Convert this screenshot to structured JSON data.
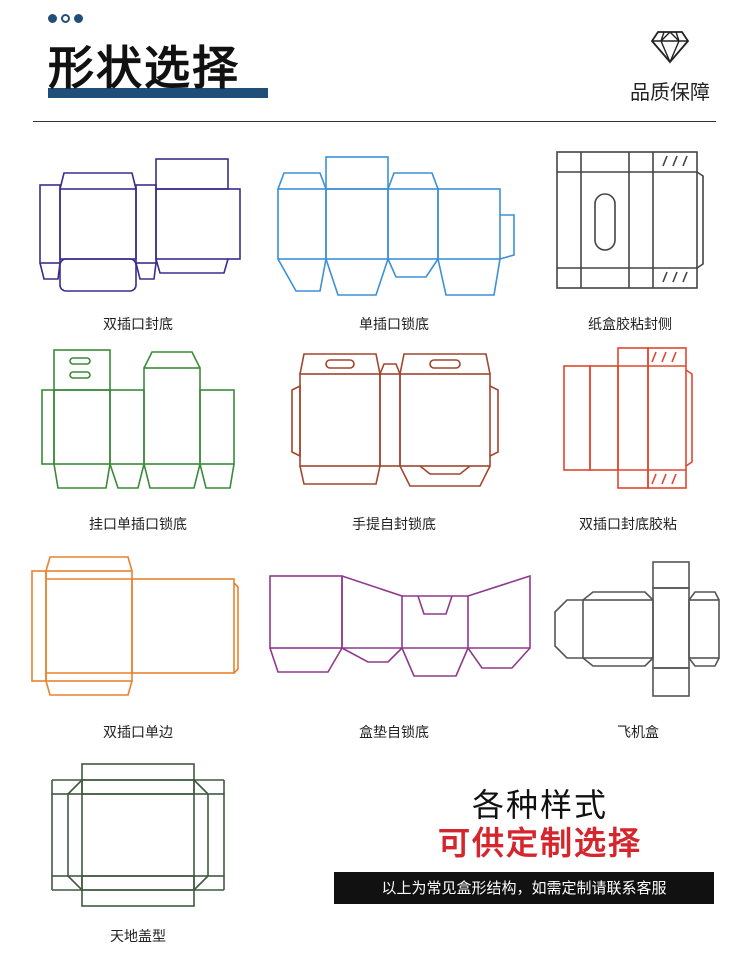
{
  "header": {
    "title": "形状选择",
    "quality_text": "品质保障",
    "diamond_icon": "diamond-icon"
  },
  "boxes": [
    {
      "label": "双插口封底",
      "color": "#3a2e8c"
    },
    {
      "label": "单插口锁底",
      "color": "#3d8fd6"
    },
    {
      "label": "纸盒胶粘封侧",
      "color": "#444444"
    },
    {
      "label": "挂口单插口锁底",
      "color": "#3a8a3a"
    },
    {
      "label": "手提自封锁底",
      "color": "#a0462e"
    },
    {
      "label": "双插口封底胶粘",
      "color": "#e0462e"
    },
    {
      "label": "双插口单边",
      "color": "#e8822e"
    },
    {
      "label": "盒垫自锁底",
      "color": "#8e3a8c"
    },
    {
      "label": "飞机盒",
      "color": "#555555"
    },
    {
      "label": "天地盖型",
      "color": "#3f5a3f"
    }
  ],
  "promo": {
    "line1": "各种样式",
    "line2": "可供定制选择",
    "note": "以上为常见盒形结构，如需定制请联系客服"
  },
  "colors": {
    "brand": "#1f4f79",
    "accent": "#d4262c"
  }
}
